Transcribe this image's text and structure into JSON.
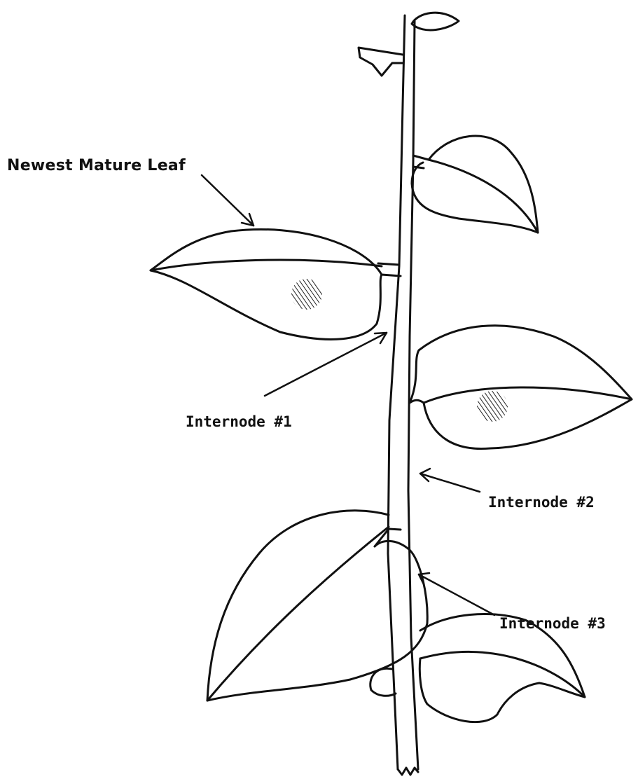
{
  "labels": {
    "newest_mature_leaf": "Newest Mature Leaf",
    "internode_1": "Internode #1",
    "internode_2": "Internode #2",
    "internode_3": "Internode #3"
  },
  "colors": {
    "line": "#111111",
    "background": "#ffffff",
    "hatch": "#222222"
  }
}
